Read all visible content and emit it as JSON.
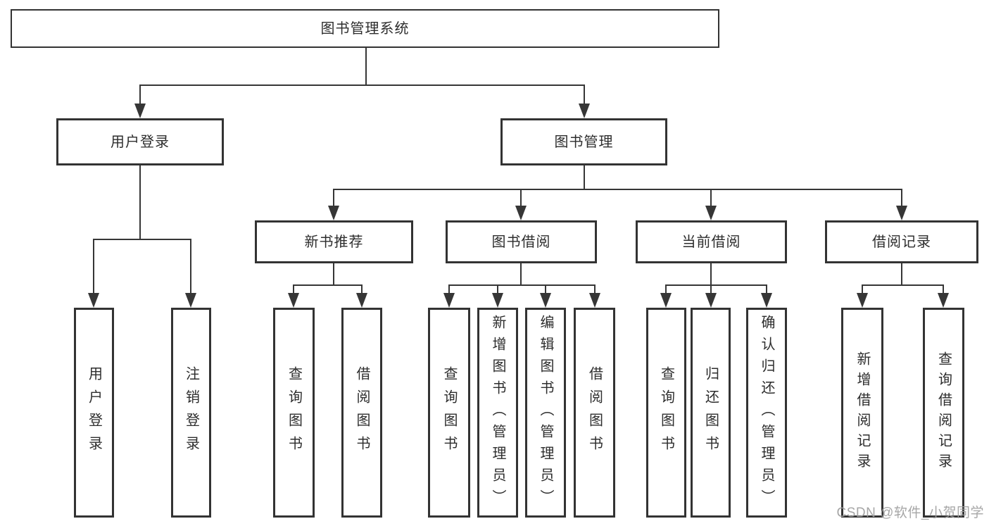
{
  "diagram": {
    "root": {
      "label": "图书管理系统"
    },
    "level2": [
      {
        "label": "用户登录",
        "children": [
          {
            "label": "用户登录"
          },
          {
            "label": "注销登录"
          }
        ]
      },
      {
        "label": "图书管理",
        "modules": [
          {
            "label": "新书推荐",
            "children": [
              {
                "label": "查询图书"
              },
              {
                "label": "借阅图书"
              }
            ]
          },
          {
            "label": "图书借阅",
            "children": [
              {
                "label": "查询图书"
              },
              {
                "label": "新增图书（管理员）"
              },
              {
                "label": "编辑图书（管理员）"
              },
              {
                "label": "借阅图书"
              }
            ]
          },
          {
            "label": "当前借阅",
            "children": [
              {
                "label": "查询图书"
              },
              {
                "label": "归还图书"
              },
              {
                "label": "确认归还（管理员）"
              }
            ]
          },
          {
            "label": "借阅记录",
            "children": [
              {
                "label": "新增借阅记录"
              },
              {
                "label": "查询借阅记录"
              }
            ]
          }
        ]
      }
    ]
  },
  "watermark": {
    "text": "CSDN @软件_小贺同学"
  },
  "colors": {
    "line": "#363636",
    "box_border": "#333333",
    "text": "#2d2d2d",
    "watermark": "#9e9e9e",
    "background": "#ffffff"
  }
}
